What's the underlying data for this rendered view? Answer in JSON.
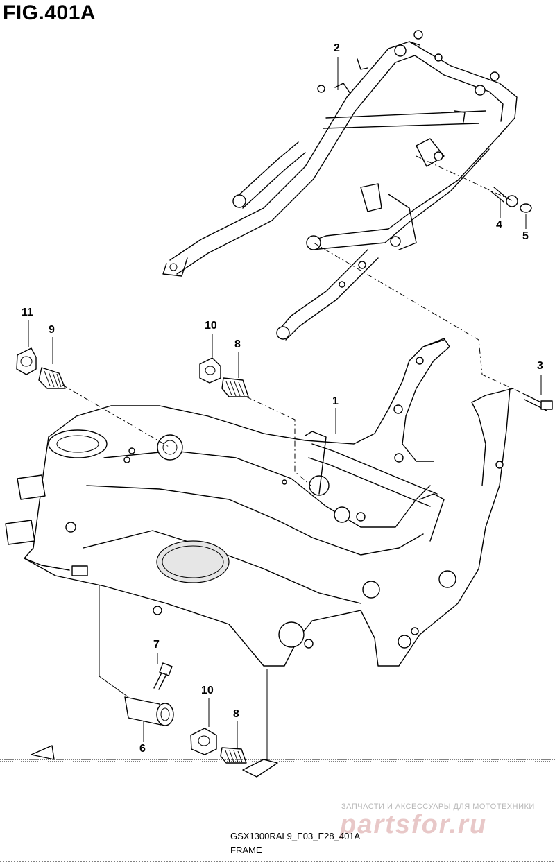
{
  "figure": {
    "title": "FIG.401A"
  },
  "callouts": [
    {
      "id": "c1",
      "label": "1"
    },
    {
      "id": "c2",
      "label": "2"
    },
    {
      "id": "c3",
      "label": "3"
    },
    {
      "id": "c4",
      "label": "4"
    },
    {
      "id": "c5",
      "label": "5"
    },
    {
      "id": "c6",
      "label": "6"
    },
    {
      "id": "c7",
      "label": "7"
    },
    {
      "id": "c8a",
      "label": "8"
    },
    {
      "id": "c8b",
      "label": "8"
    },
    {
      "id": "c9",
      "label": "9"
    },
    {
      "id": "c10a",
      "label": "10"
    },
    {
      "id": "c10b",
      "label": "10"
    },
    {
      "id": "c11",
      "label": "11"
    }
  ],
  "footer": {
    "model_code": "GSX1300RAL9_E03_E28_401A",
    "caption": "FRAME"
  },
  "watermark": {
    "tagline": "ЗАПЧАСТИ И АКСЕССУАРЫ ДЛЯ МОТОТЕХНИКИ",
    "logo": "PARTSFOR.RU"
  }
}
